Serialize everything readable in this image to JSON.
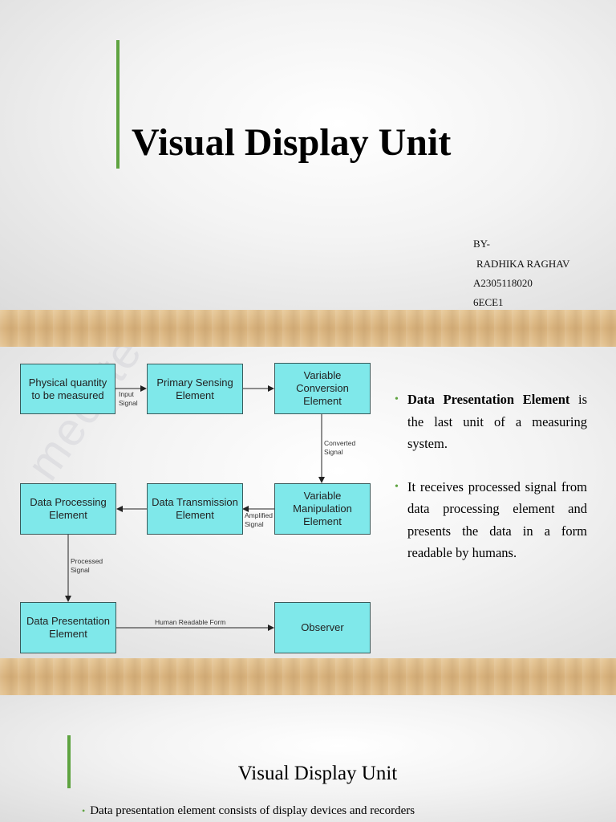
{
  "slide1": {
    "title": "Visual Display Unit",
    "byline": [
      "BY-",
      "RADHIKA RAGHAV",
      "A2305118020",
      "6ECE1"
    ]
  },
  "slide2": {
    "diagram": {
      "physical_quantity": "Physical quantity to be measured",
      "primary_sensing": "Primary Sensing Element",
      "variable_conversion": "Variable Conversion Element",
      "variable_manipulation": "Variable Manipulation Element",
      "data_transmission": "Data Transmission Element",
      "data_processing": "Data Processing Element",
      "data_presentation": "Data Presentation Element",
      "observer": "Observer",
      "edge_input": "Input Signal",
      "edge_converted": "Converted Signal",
      "edge_amplified": "Amplified Signal",
      "edge_processed": "Processed Signal",
      "edge_human": "Human Readable Form"
    },
    "watermark": "mechteacher.com",
    "bullets": [
      {
        "bold": "Data Presentation Element",
        "text": " is the last unit of a measuring system."
      },
      {
        "bold": "",
        "text": "It receives processed signal from data processing element and presents the data in a form readable by humans."
      }
    ]
  },
  "slide3": {
    "title": "Visual Display Unit",
    "bullet": "Data presentation element consists of display devices and recorders"
  },
  "colors": {
    "accent": "#5ea340",
    "box_fill": "#7fe8ea"
  }
}
